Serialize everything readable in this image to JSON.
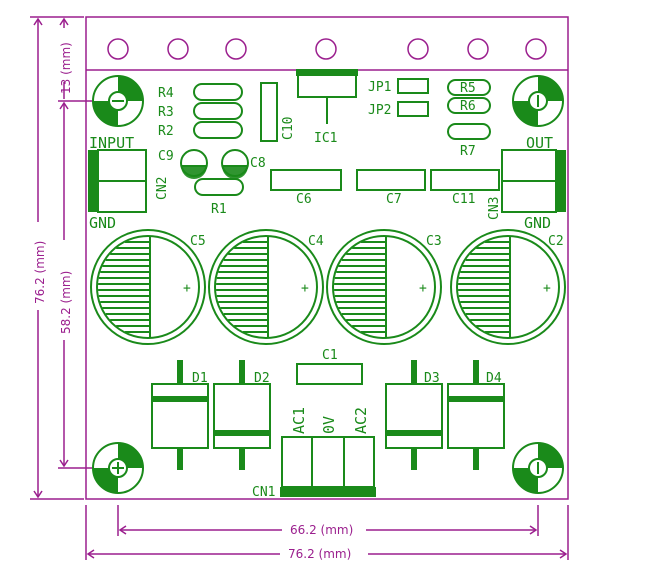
{
  "board": {
    "components": {
      "R4": "R4",
      "R3": "R3",
      "R2": "R2",
      "R1": "R1",
      "R5": "R5",
      "R6": "R6",
      "R7": "R7",
      "C9": "C9",
      "C8": "C8",
      "C10": "C10",
      "C6": "C6",
      "C7": "C7",
      "C11": "C11",
      "C1": "C1",
      "C2": "C2",
      "C3": "C3",
      "C4": "C4",
      "C5": "C5",
      "IC1": "IC1",
      "JP1": "JP1",
      "JP2": "JP2",
      "D1": "D1",
      "D2": "D2",
      "D3": "D3",
      "D4": "D4",
      "CN1": "CN1",
      "CN2": "CN2",
      "CN3": "CN3"
    },
    "text": {
      "input": "INPUT",
      "out": "OUT",
      "gnd_left": "GND",
      "gnd_right": "GND",
      "ac1": "AC1",
      "ov": "0V",
      "ac2": "AC2",
      "plus": "+"
    }
  },
  "dimensions": {
    "width_total": "76.2 (mm)",
    "width_holes": "66.2 (mm)",
    "height_total": "76.2 (mm)",
    "height_holes": "58.2 (mm)",
    "top_offset": "13 (mm)"
  },
  "colors": {
    "silkscreen": "#1a8a1a",
    "dimension": "#9b1f8e",
    "background": "#ffffff"
  }
}
